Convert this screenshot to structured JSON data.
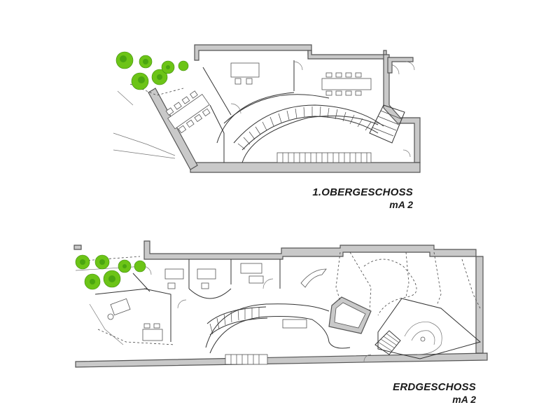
{
  "floors": [
    {
      "id": "upper",
      "title": "1.OBERGESCHOSS",
      "subtitle": "mA 2"
    },
    {
      "id": "ground",
      "title": "ERDGESCHOSS",
      "subtitle": "mA 2"
    }
  ],
  "colors": {
    "wall": "#c9c9c9",
    "line": "#333333",
    "plant": "#6cc417",
    "background": "#ffffff"
  },
  "icons": [
    "tree-icon",
    "stair-icon",
    "table-icon",
    "chair-icon",
    "door-icon"
  ]
}
